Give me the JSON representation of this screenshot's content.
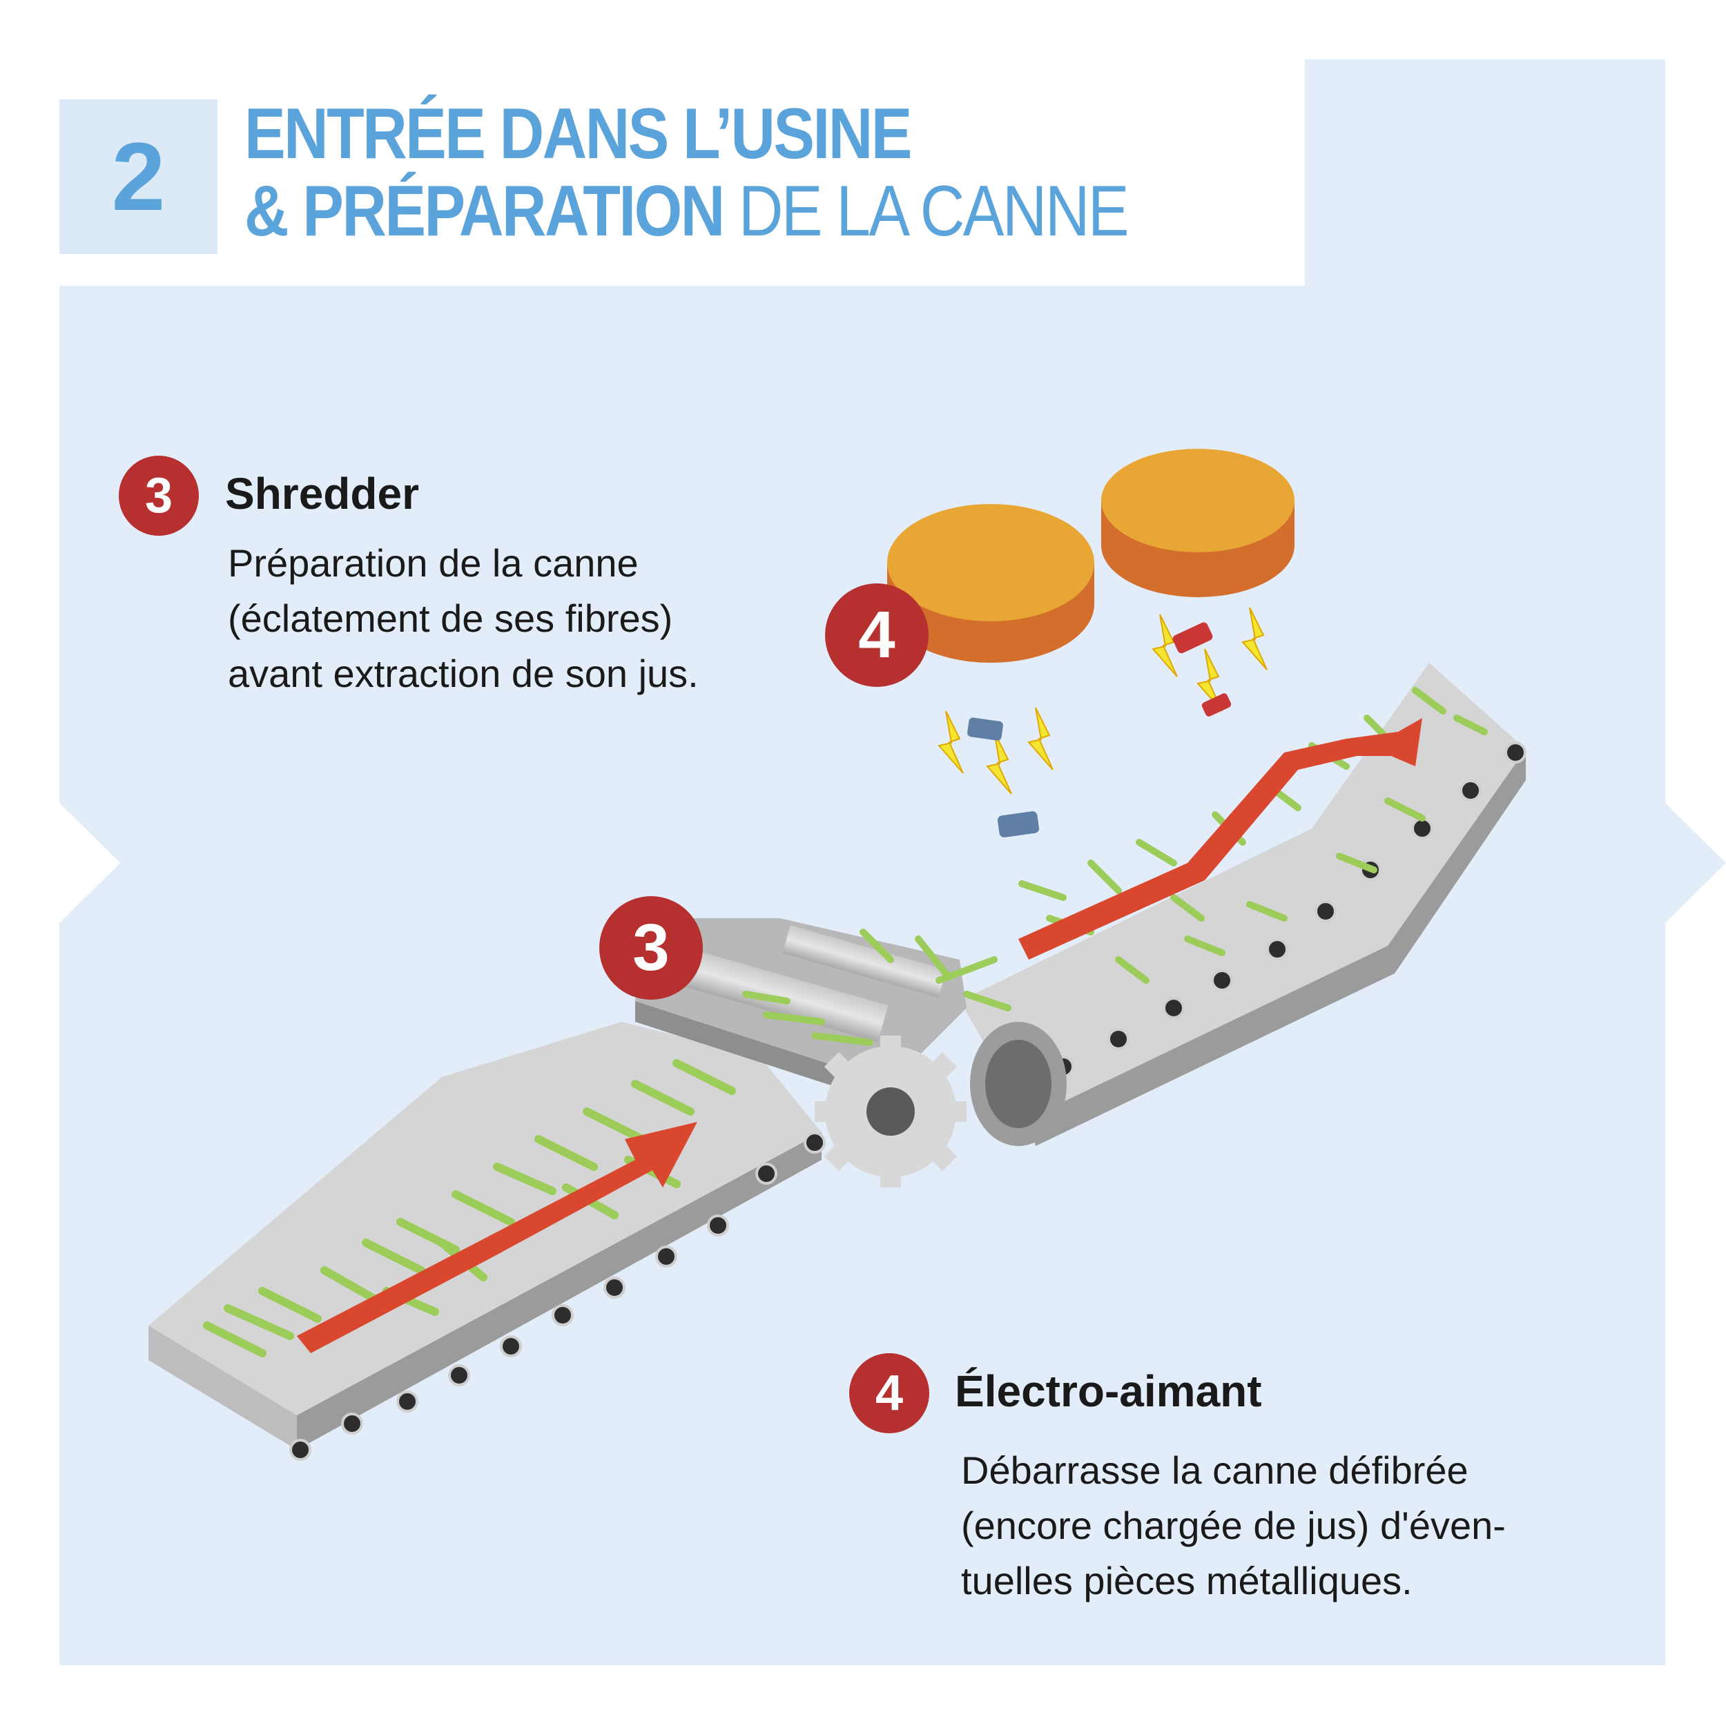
{
  "header": {
    "step_number": "2",
    "title_line1": "ENTRÉE DANS L’USINE",
    "title_line2_bold": "& PRÉPARATION",
    "title_line2_light": " DE LA CANNE"
  },
  "steps": [
    {
      "number": "3",
      "title": "Shredder",
      "description_lines": [
        "Préparation de la canne",
        "(éclatement de ses fibres)",
        "avant extraction de son jus."
      ]
    },
    {
      "number": "4",
      "title": "Électro-aimant",
      "description_lines": [
        "Débarrasse la canne défibrée",
        "(encore chargée de jus) d'éven-",
        "tuelles pièces métalliques."
      ]
    }
  ],
  "diagram_labels": {
    "shredder_marker": "3",
    "magnet_marker": "4"
  },
  "colors": {
    "panel": "#e3edf9",
    "accent_blue": "#5aa3db",
    "badge_red": "#b5302f",
    "arrow_red": "#d9482e",
    "magnet_top": "#e8a634",
    "magnet_side": "#d36e2c",
    "cane_green": "#9ccc5a",
    "conveyor_gray": "#d8d8d8",
    "spark_yellow": "#f3e531"
  }
}
